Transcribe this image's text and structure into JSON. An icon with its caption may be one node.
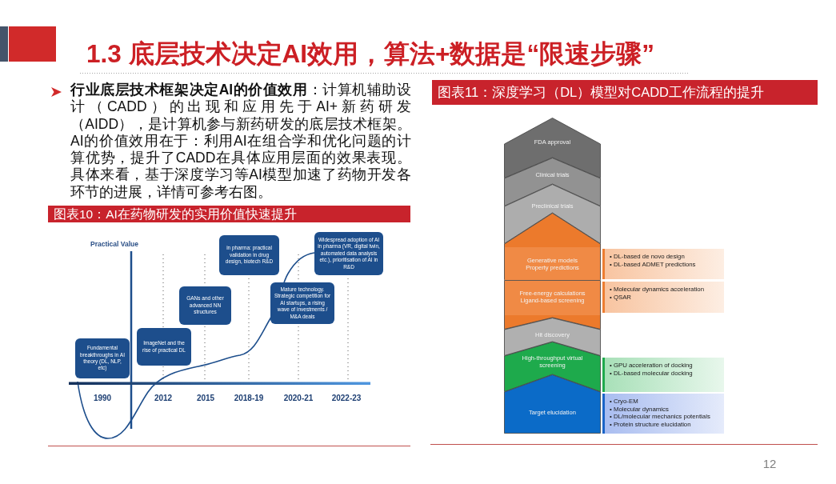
{
  "diagram": {
    "title": "1.3 底层技术决定AI效用，算法+数据是“限速步骤”",
    "nodes": [
      {
        "text": [
          "Fundamental breakthroughs in AI theory (DL, NLP, etc)"
        ]
      },
      {
        "text": [
          "ImageNet and the rise of practical DL"
        ]
      },
      {
        "text": [
          "GANs and other advanced NN structures"
        ]
      },
      {
        "text": [
          "in pharma: practical validation in drug design, biotech R&D"
        ]
      },
      {
        "text": [
          "Mature technology. Strategic competition for AI startups, a rising wave of investments / M&A deals"
        ]
      },
      {
        "text": [
          "Widespread adoption of AI in pharma (VR, digital twin, automated data analysis etc.), prioritisation of AI in R&D"
        ]
      },
      {
        "text": [
          "FDA approval"
        ]
      },
      {
        "text": [
          "Clinical trials"
        ]
      },
      {
        "text": [
          "Preclinical trials"
        ]
      },
      {
        "text": [
          "Generative models",
          "Property predictions"
        ]
      },
      {
        "text": [
          "Free-energy calculations",
          "Ligand-based screening"
        ]
      },
      {
        "text": [
          "Hit discovery"
        ]
      },
      {
        "text": [
          "High-throughput virtual screening"
        ]
      },
      {
        "text": [
          "Target elucidation"
        ]
      },
      {
        "text": [
          "• DL-based de novo design",
          "• DL-based ADMET predictions"
        ]
      },
      {
        "text": [
          "• Molecular dynamics acceleration",
          "• QSAR"
        ]
      },
      {
        "text": [
          "• GPU acceleration of docking",
          "• DL-based molecular docking"
        ]
      },
      {
        "text": [
          "• Cryo-EM",
          "• Molecular dynamics",
          "• DL/molecular mechanics potentials",
          "• Protein structure elucidation"
        ]
      }
    ],
    "labels": [
      "**行业底层技术框架决定AI的价值效用**：计算机辅助设计（CADD）的出现和应用先于AI+新药研发（AIDD），是计算机参与新药研发的底层技术框架。AI的价值效用在于：利用AI在组合学和优化问题的计算优势，提升了CADD在具体应用层面的效果表现。具体来看，基于深度学习等AI模型加速了药物开发各环节的进展，详情可参考右图。",
      "图表10：AI在药物研发的实用价值快速提升",
      "Practical Value",
      "1990",
      "2012",
      "2015",
      "2018-19",
      "2020-21",
      "2022-23",
      "图表11：深度学习（DL）模型对CADD工作流程的提升",
      "12"
    ]
  }
}
